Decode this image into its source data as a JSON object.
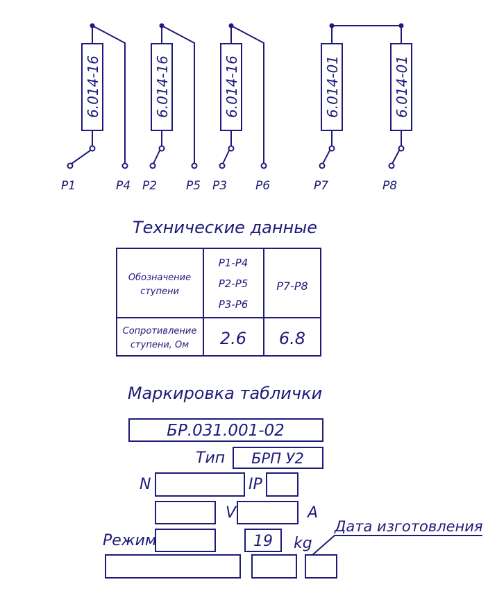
{
  "colors": {
    "ink": "#1e1a78",
    "background": "#ffffff"
  },
  "circuit": {
    "resistors": [
      {
        "id": "r1",
        "label": "6.014-16"
      },
      {
        "id": "r2",
        "label": "6.014-16"
      },
      {
        "id": "r3",
        "label": "6.014-16"
      },
      {
        "id": "r4",
        "label": "6.014-01"
      },
      {
        "id": "r5",
        "label": "6.014-01"
      }
    ],
    "terminals": [
      "P1",
      "P4",
      "P2",
      "P5",
      "P3",
      "P6",
      "P7",
      "P8"
    ]
  },
  "tech": {
    "title": "Технические данные",
    "header_designation": [
      "Обозначение",
      "ступени"
    ],
    "group1": [
      "P1-P4",
      "P2-P5",
      "P3-P6"
    ],
    "group2": "P7-P8",
    "row_resistance": [
      "Сопротивление",
      "ступени, Ом"
    ],
    "value1": "2.6",
    "value2": "6.8"
  },
  "plate": {
    "title": "Маркировка таблички",
    "code": "БР.031.001-02",
    "type_label": "Тип",
    "type_value": "БРП У2",
    "n_label": "N",
    "ip_label": "IP",
    "v_label": "V",
    "a_label": "A",
    "mode_label": "Режим",
    "mass_value": "19",
    "mass_unit": "kg",
    "date_label": "Дата изготовления"
  }
}
